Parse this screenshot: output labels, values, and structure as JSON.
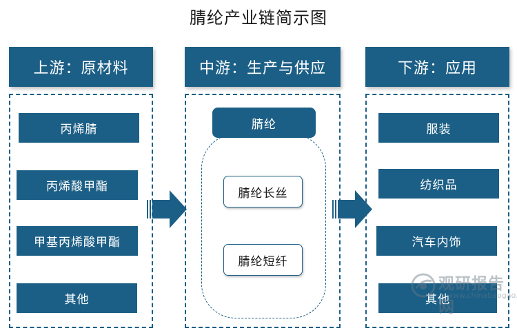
{
  "title": "腈纶产业链简示图",
  "upstream": {
    "header": "上游：原材料",
    "items": [
      "丙烯腈",
      "丙烯酸甲酯",
      "甲基丙烯酸甲酯",
      "其他"
    ]
  },
  "midstream": {
    "header": "中游：生产与供应",
    "product": "腈纶",
    "items": [
      "腈纶长丝",
      "腈纶短纤"
    ]
  },
  "downstream": {
    "header": "下游：应用",
    "items": [
      "服装",
      "纺织品",
      "汽车内饰",
      "其他"
    ]
  },
  "watermark": {
    "cn": "观研报告网",
    "en": "www.chinabaogao.com"
  },
  "colors": {
    "primary": "#1c5f86",
    "text": "#1a1a1a",
    "background": "#ffffff"
  }
}
